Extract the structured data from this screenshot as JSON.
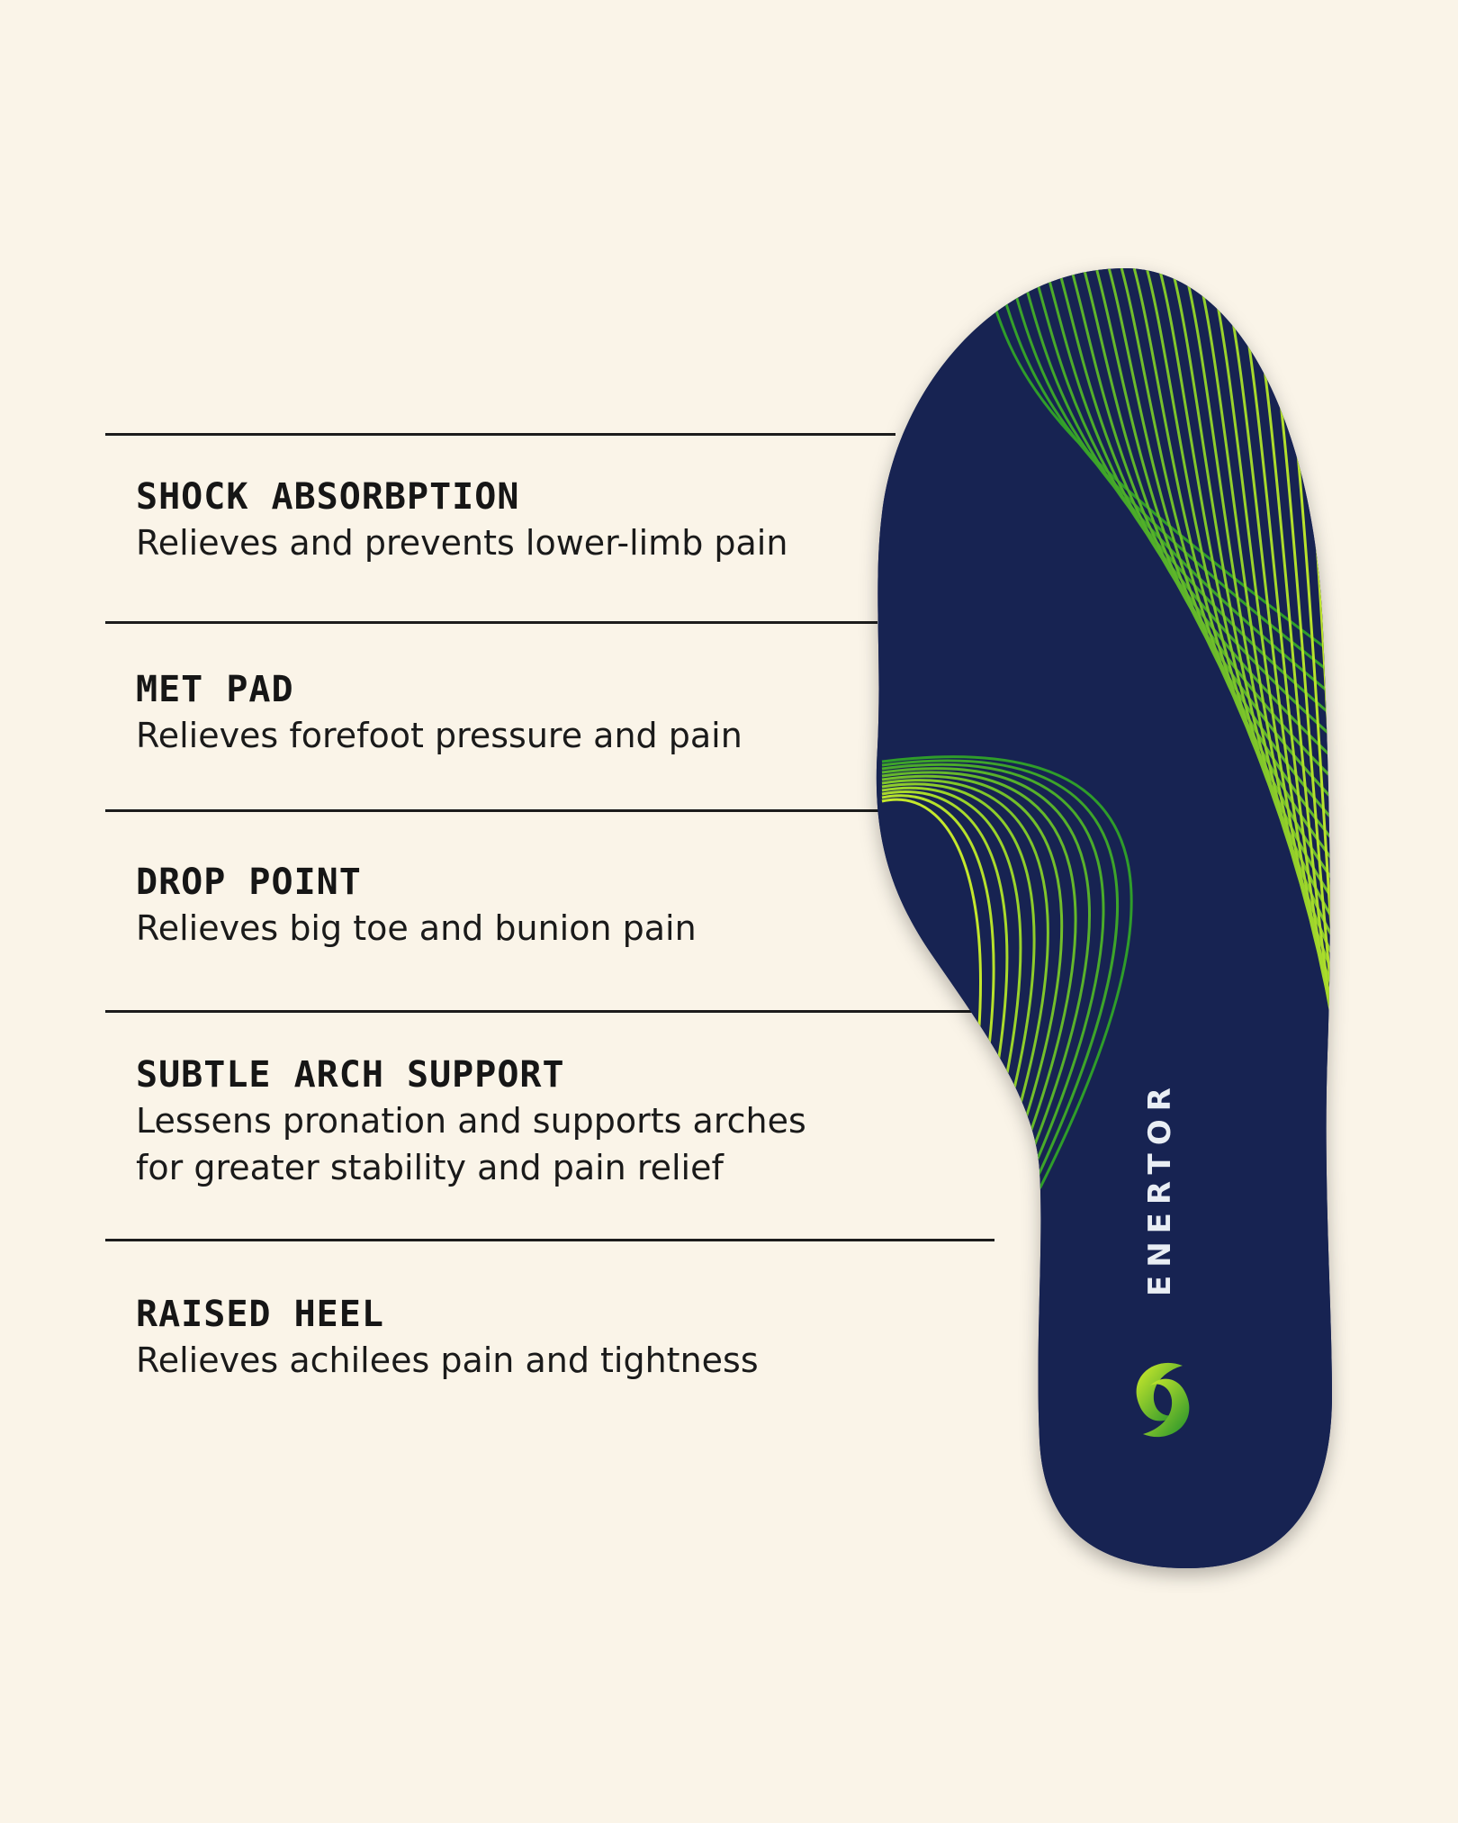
{
  "features": [
    {
      "title": "SHOCK ABSORBPTION",
      "description": [
        "Relieves and prevents lower-limb pain"
      ]
    },
    {
      "title": "MET PAD",
      "description": [
        "Relieves forefoot pressure and pain"
      ]
    },
    {
      "title": "DROP POINT",
      "description": [
        "Relieves big toe and bunion pain"
      ]
    },
    {
      "title": "SUBTLE ARCH SUPPORT",
      "description": [
        "Lessens pronation and supports arches",
        "for greater stability and pain relief"
      ]
    },
    {
      "title": "RAISED HEEL",
      "description": [
        "Relieves achilees pain and tightness"
      ]
    }
  ],
  "product": {
    "brand": "ENERTOR",
    "logo": "enertor-swirl-icon"
  },
  "colors": {
    "background": "#faf4e8",
    "insole": "#172352",
    "accent_green": "#2f9d2a",
    "accent_lime": "#c4e82c",
    "divider": "#1c1c1c",
    "text": "#161616"
  }
}
